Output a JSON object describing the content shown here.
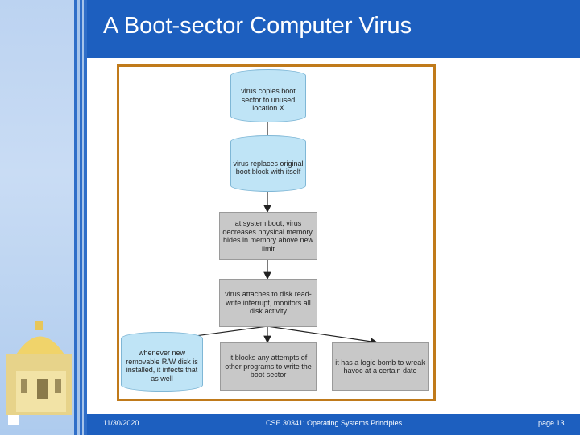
{
  "slide": {
    "title": "A Boot-sector Computer Virus",
    "footer": {
      "date": "11/30/2020",
      "course": "CSE 30341: Operating Systems Principles",
      "page": "page 13"
    }
  },
  "diagram": {
    "nodes": [
      {
        "id": "copy",
        "shape": "cylinder",
        "text": "virus copies boot sector to unused location X"
      },
      {
        "id": "replace",
        "shape": "cylinder",
        "text": "virus replaces original boot block with itself"
      },
      {
        "id": "boot",
        "shape": "box",
        "text": "at system boot, virus decreases physical memory, hides in memory above new limit"
      },
      {
        "id": "attach",
        "shape": "box",
        "text": "virus attaches to disk read-write interrupt, monitors all disk activity"
      },
      {
        "id": "infect",
        "shape": "cylinder",
        "text": "whenever new removable R/W disk is installed, it infects that as well"
      },
      {
        "id": "block",
        "shape": "box",
        "text": "it blocks any attempts of other programs to write the boot sector"
      },
      {
        "id": "bomb",
        "shape": "box",
        "text": "it has a logic bomb to wreak havoc at a certain date"
      }
    ],
    "edges": [
      {
        "from": "copy",
        "to": "replace"
      },
      {
        "from": "replace",
        "to": "boot"
      },
      {
        "from": "boot",
        "to": "attach"
      },
      {
        "from": "attach",
        "to": "infect"
      },
      {
        "from": "attach",
        "to": "block"
      },
      {
        "from": "attach",
        "to": "bomb"
      }
    ]
  },
  "colors": {
    "header_blue": "#1d5fbf",
    "frame_orange": "#c07a1a",
    "cylinder_fill": "#bfe4f6",
    "box_fill": "#c8c8c8"
  }
}
